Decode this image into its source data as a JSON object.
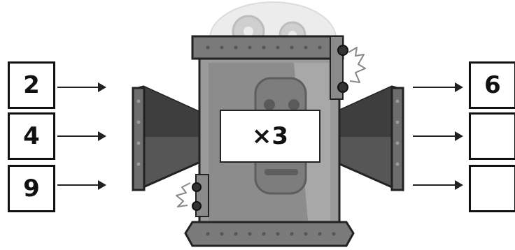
{
  "machine": {
    "operation": "×3"
  },
  "inputs": [
    {
      "value": "2"
    },
    {
      "value": "4"
    },
    {
      "value": "9"
    }
  ],
  "outputs": [
    {
      "value": "6"
    },
    {
      "value": ""
    },
    {
      "value": ""
    }
  ]
}
